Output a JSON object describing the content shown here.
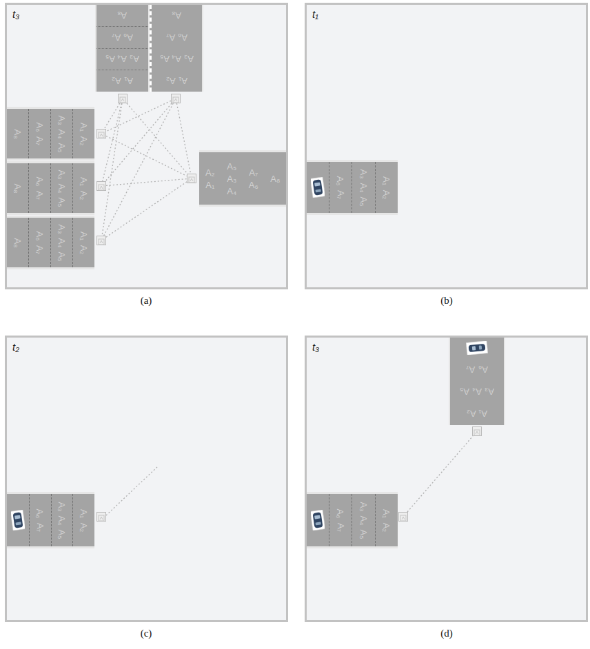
{
  "diagram": {
    "nodes": [
      {
        "text": [
          "t₃"
        ]
      },
      {
        "text": [
          "A₈",
          "A₇",
          "A₆",
          "A₅",
          "A₄",
          "A₃",
          "A₂",
          "A₁"
        ],
        "in": 0
      },
      {
        "text": [
          "A₈",
          "A₇",
          "A₆",
          "A₅",
          "A₄",
          "A₃",
          "A₂",
          "A₁"
        ],
        "in": 0
      },
      {
        "text": [
          "A₈",
          "A₆",
          "A₇",
          "A₃",
          "A₄",
          "A₅",
          "A₁",
          "A₂"
        ],
        "in": 0
      },
      {
        "text": [
          "A₈",
          "A₆",
          "A₇",
          "A₃",
          "A₄",
          "A₅",
          "A₁",
          "A₂"
        ],
        "in": 0
      },
      {
        "text": [
          "A₈",
          "A₆",
          "A₇",
          "A₃",
          "A₄",
          "A₅",
          "A₁",
          "A₂"
        ],
        "in": 0
      },
      {
        "text": [
          "A₂",
          "A₁",
          "A₅",
          "A₃",
          "A₄",
          "A₇",
          "A₆",
          "A₈"
        ],
        "in": 0
      },
      {
        "text": [
          "t₁"
        ]
      },
      {
        "text": [
          "A₆",
          "A₇",
          "A₃",
          "A₄",
          "A₅",
          "A₁",
          "A₂"
        ],
        "in": 7
      },
      {
        "text": [
          "t₂"
        ]
      },
      {
        "text": [
          "A₆",
          "A₇",
          "A₃",
          "A₄",
          "A₅",
          "A₁",
          "A₂"
        ],
        "in": 9
      },
      {
        "text": [
          "t₃"
        ]
      },
      {
        "text": [
          "A₇",
          "A₆",
          "A₅",
          "A₄",
          "A₃",
          "A₂",
          "A₁"
        ],
        "in": 11
      },
      {
        "text": [
          "A₆",
          "A₇",
          "A₃",
          "A₄",
          "A₅",
          "A₁",
          "A₂"
        ],
        "in": 11
      }
    ],
    "edges": [
      {
        "from": 1,
        "to": 3,
        "arrow": "none"
      },
      {
        "from": 1,
        "to": 4,
        "arrow": "none"
      },
      {
        "from": 1,
        "to": 5,
        "arrow": "none"
      },
      {
        "from": 1,
        "to": 6,
        "arrow": "none"
      },
      {
        "from": 2,
        "to": 3,
        "arrow": "none"
      },
      {
        "from": 2,
        "to": 4,
        "arrow": "none"
      },
      {
        "from": 2,
        "to": 5,
        "arrow": "none"
      },
      {
        "from": 2,
        "to": 6,
        "arrow": "none"
      },
      {
        "from": 3,
        "to": 6,
        "arrow": "none"
      },
      {
        "from": 4,
        "to": 6,
        "arrow": "none"
      },
      {
        "from": 5,
        "to": 6,
        "arrow": "none"
      },
      {
        "from": 13,
        "to": 12,
        "arrow": "none"
      }
    ],
    "labels": [
      "(a)",
      "(b)",
      "(c)",
      "(d)"
    ]
  }
}
